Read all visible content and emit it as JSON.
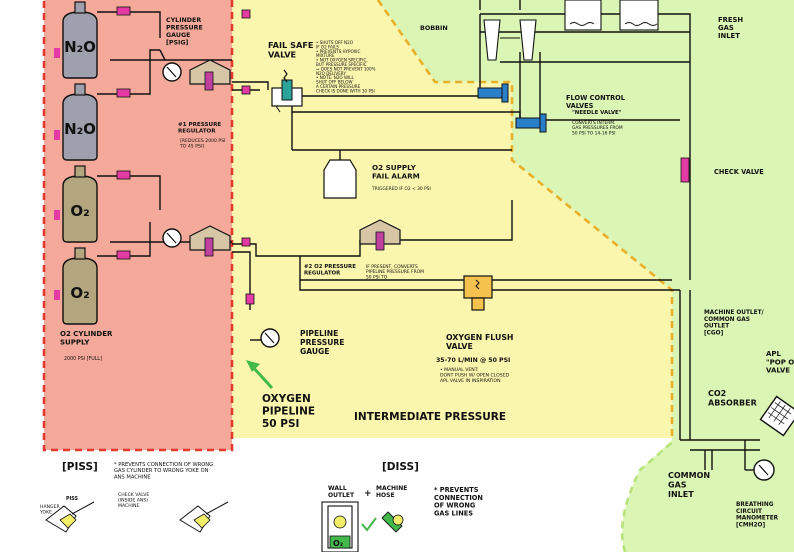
{
  "colors": {
    "high_pressure_zone": "#f4a99a",
    "intermediate_zone": "#fbf6ae",
    "low_pressure_zone": "#dbf5b4",
    "high_border": "#e23a2e",
    "intermediate_border": "#e8b02a",
    "low_border": "#b8e27a",
    "pipe": "#111111",
    "check_valve": "#e43aa4",
    "regulator": "#d6c6a6",
    "regulator_stem": "#c040a0",
    "flow_valve": "#2a7fc9",
    "teal_valve": "#2aa39a",
    "n2o_cylinder": "#9fa0ad",
    "o2_cylinder": "#b3a67e",
    "flush_valve": "#f6c24e",
    "arrow_green": "#43b94b",
    "intermediate_label": "#e8b02a"
  },
  "cylinders": [
    {
      "label": "N₂O",
      "type": "n2o"
    },
    {
      "label": "N₂O",
      "type": "n2o"
    },
    {
      "label": "O₂",
      "type": "o2"
    },
    {
      "label": "O₂",
      "type": "o2"
    }
  ],
  "labels": {
    "cylinder_gauge": [
      "CYLINDER",
      "PRESSURE",
      "GAUGE",
      "[PSIG]"
    ],
    "reg1": [
      "#1 PRESSURE",
      "REGULATOR"
    ],
    "reg1_note": [
      "[REDUCES 2000 PSI",
      "TO 45 PSI]"
    ],
    "o2_supply": [
      "O2 CYLINDER",
      "SUPPLY"
    ],
    "o2_supply_psi": "2000 PSI [FULL]",
    "failsafe": [
      "FAIL SAFE",
      "VALVE"
    ],
    "failsafe_note": [
      "• SHUTS OFF N2O",
      "IF O2 FAILS",
      "• PREVENTS HYPOXIC",
      "MIXTURE",
      "• NOT OXYGEN SPECIFIC,",
      "BUT PRESSURE SPECIFIC",
      "→ DOES NOT PREVENT 100%",
      "N2O DELIVERY",
      "• NOTE: N2O WILL",
      "SHUT OFF BELOW",
      "A CERTAIN PRESSURE",
      "CHECK IS DONE WITH 30 PSI"
    ],
    "bobbin": "BOBBIN",
    "fresh_gas": [
      "FRESH",
      "GAS",
      "INLET"
    ],
    "flow_control": [
      "FLOW CONTROL",
      "VALVES"
    ],
    "needle_valve": "\"NEEDLE VALVE\"",
    "flow_note": [
      "CONVERTS INTERM.",
      "GAS PRESSURES FROM",
      "50 PSI TO 14-16 PSI"
    ],
    "check_valve": "CHECK VALVE",
    "o2_alarm": [
      "O2 SUPPLY",
      "FAIL ALARM"
    ],
    "o2_alarm_note": "TRIGGERED IF O2 < 30 PSI",
    "reg2": [
      "#2 O2 PRESSURE",
      "REGULATOR"
    ],
    "reg2_note": [
      "IF PRESENT, CONVERTS",
      "PIPELINE PRESSURE FROM",
      "50 PSI TO"
    ],
    "pipeline_gauge": [
      "PIPELINE",
      "PRESSURE",
      "GAUGE"
    ],
    "oxygen_pipeline": [
      "OXYGEN",
      "PIPELINE",
      "50 PSI"
    ],
    "flush_valve": [
      "OXYGEN FLUSH",
      "VALVE"
    ],
    "flush_rate": "35-70 L/MIN @ 50 PSI",
    "flush_note": [
      "• MANUAL VENT:",
      "DONT PUSH W/ OPEN CLOSED",
      "APL VALVE IN INSPIRATION"
    ],
    "intermediate_pressure": "INTERMEDIATE PRESSURE",
    "machine_outlet": [
      "MACHINE OUTLET/",
      "COMMON GAS",
      "OUTLET",
      "[CGO]"
    ],
    "apl": [
      "APL",
      "\"POP OFF\"",
      "VALVE"
    ],
    "co2": [
      "CO2",
      "ABSORBER"
    ],
    "common_gas_inlet": [
      "COMMON",
      "GAS",
      "INLET"
    ],
    "breathing_manometer": [
      "BREATHING",
      "CIRCUIT",
      "MANOMETER",
      "[CMH2O]"
    ],
    "piss_title": "[PISS]",
    "piss_note": [
      "* PREVENTS CONNECTION OF WRONG",
      "GAS CYLINDER TO WRONG YOKE ON",
      "ANS MACHINE"
    ],
    "piss_labels": {
      "piss": "PISS",
      "check_valve": [
        "CHECK VALVE",
        "(INSIDE ANS)",
        "MACHINE"
      ],
      "hanger": [
        "HANGER",
        "YOKE"
      ]
    },
    "diss_title": "[DISS]",
    "wall_outlet": [
      "WALL",
      "OUTLET"
    ],
    "plus": "+",
    "machine_hose": [
      "MACHINE",
      "HOSE"
    ],
    "diss_note": [
      "* PREVENTS",
      "CONNECTION",
      "OF WRONG",
      "GAS LINES"
    ],
    "o2_badge": "O₂"
  }
}
